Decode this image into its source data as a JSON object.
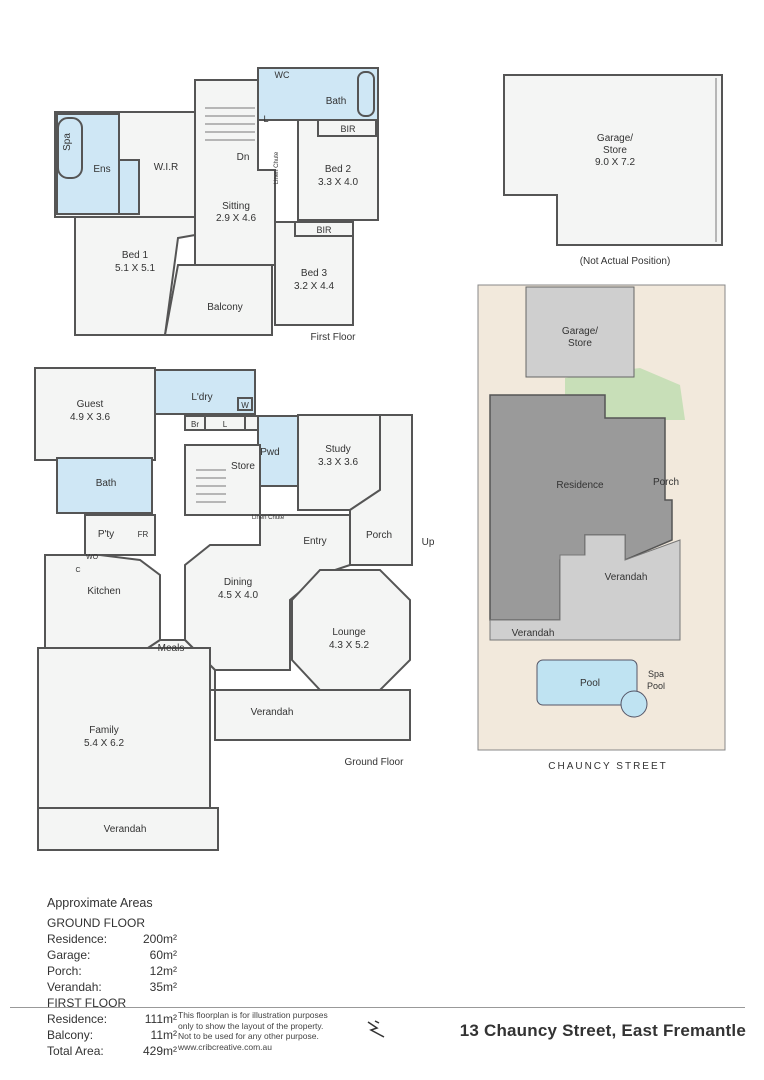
{
  "address": "13 Chauncy Street, East Fremantle",
  "levels": {
    "first_floor": "First Floor",
    "ground_floor": "Ground Floor"
  },
  "rooms_first": {
    "spa": "Spa",
    "ens": "Ens",
    "wir": "W.I.R",
    "wc": "WC",
    "bath": "Bath",
    "bir1": "BIR",
    "bir2": "BIR",
    "linen": "Linen Chute",
    "l": "L",
    "dn": "Dn",
    "sitting": "Sitting",
    "sitting_dim": "2.9 X 4.6",
    "bed1": "Bed 1",
    "bed1_dim": "5.1 X 5.1",
    "bed2": "Bed 2",
    "bed2_dim": "3.3 X 4.0",
    "bed3": "Bed 3",
    "bed3_dim": "3.2 X 4.4",
    "balcony": "Balcony"
  },
  "rooms_ground": {
    "guest": "Guest",
    "guest_dim": "4.9 X 3.6",
    "ldry": "L'dry",
    "w": "W",
    "br": "Br",
    "l": "L",
    "pwd": "Pwd",
    "study": "Study",
    "study_dim": "3.3 X 3.6",
    "bath": "Bath",
    "store": "Store",
    "linen": "Linen Chute",
    "pty": "P'ty",
    "fr": "FR",
    "wo": "WO",
    "c": "C",
    "entry": "Entry",
    "porch": "Porch",
    "up": "Up",
    "kitchen": "Kitchen",
    "dining": "Dining",
    "dining_dim": "4.5 X 4.0",
    "lounge": "Lounge",
    "lounge_dim": "4.3 X 5.2",
    "meals": "Meals",
    "family": "Family",
    "family_dim": "5.4 X 6.2",
    "verandah": "Verandah"
  },
  "garage": {
    "name": "Garage/",
    "name2": "Store",
    "dim": "9.0 X 7.2",
    "note": "(Not Actual Position)"
  },
  "site": {
    "garage": "Garage/",
    "garage2": "Store",
    "residence": "Residence",
    "porch": "Porch",
    "verandah": "Verandah",
    "pool": "Pool",
    "spa": "Spa",
    "spa2": "Pool",
    "street": "CHAUNCY STREET"
  },
  "areas": {
    "title": "Approximate Areas",
    "ground_heading": "GROUND FLOOR",
    "ground": [
      {
        "label": "Residence:",
        "value": "200m²"
      },
      {
        "label": "Garage:",
        "value": "60m²"
      },
      {
        "label": "Porch:",
        "value": "12m²"
      },
      {
        "label": "Verandah:",
        "value": "35m²"
      }
    ],
    "first_heading": "FIRST FLOOR",
    "first": [
      {
        "label": "Residence:",
        "value": "111m²"
      },
      {
        "label": "Balcony:",
        "value": "11m²"
      }
    ],
    "total_label": "Total Area:",
    "total_value": "429m²"
  },
  "disclaimer": {
    "line1": "This floorplan is for illustration purposes",
    "line2": "only to show the layout of the property.",
    "line3": "Not to be used for any other purpose.",
    "line4": "www.cribcreative.com.au"
  },
  "colors": {
    "floor": "#f4f5f4",
    "wet": "#cfe7f5",
    "wall": "#555555",
    "residence": "#9a9a9a",
    "grass": "#c8dfb8",
    "sand": "#f2e9dc",
    "pool": "#bfe3f2"
  }
}
